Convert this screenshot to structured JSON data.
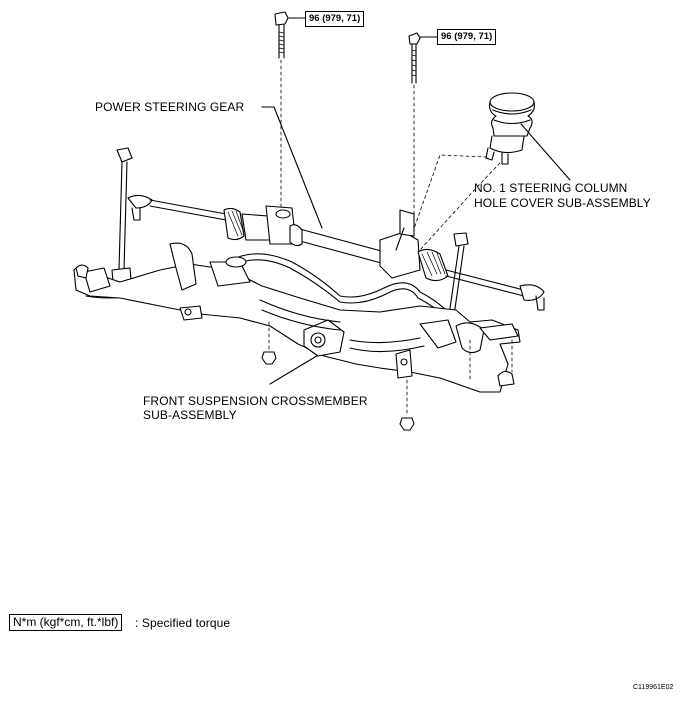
{
  "torque_labels": {
    "left": "96 (979, 71)",
    "right": "96 (979, 71)"
  },
  "part_labels": {
    "power_steering_gear": "POWER STEERING GEAR",
    "column_cover_line1": "NO. 1 STEERING COLUMN",
    "column_cover_line2": "HOLE COVER SUB-ASSEMBLY",
    "crossmember_line1": "FRONT SUSPENSION CROSSMEMBER",
    "crossmember_line2": "SUB-ASSEMBLY"
  },
  "legend": {
    "unit": "N*m (kgf*cm, ft.*lbf)",
    "description": ": Specified torque"
  },
  "figure_code": "C119961E02",
  "colors": {
    "line": "#000000",
    "background": "#ffffff"
  }
}
